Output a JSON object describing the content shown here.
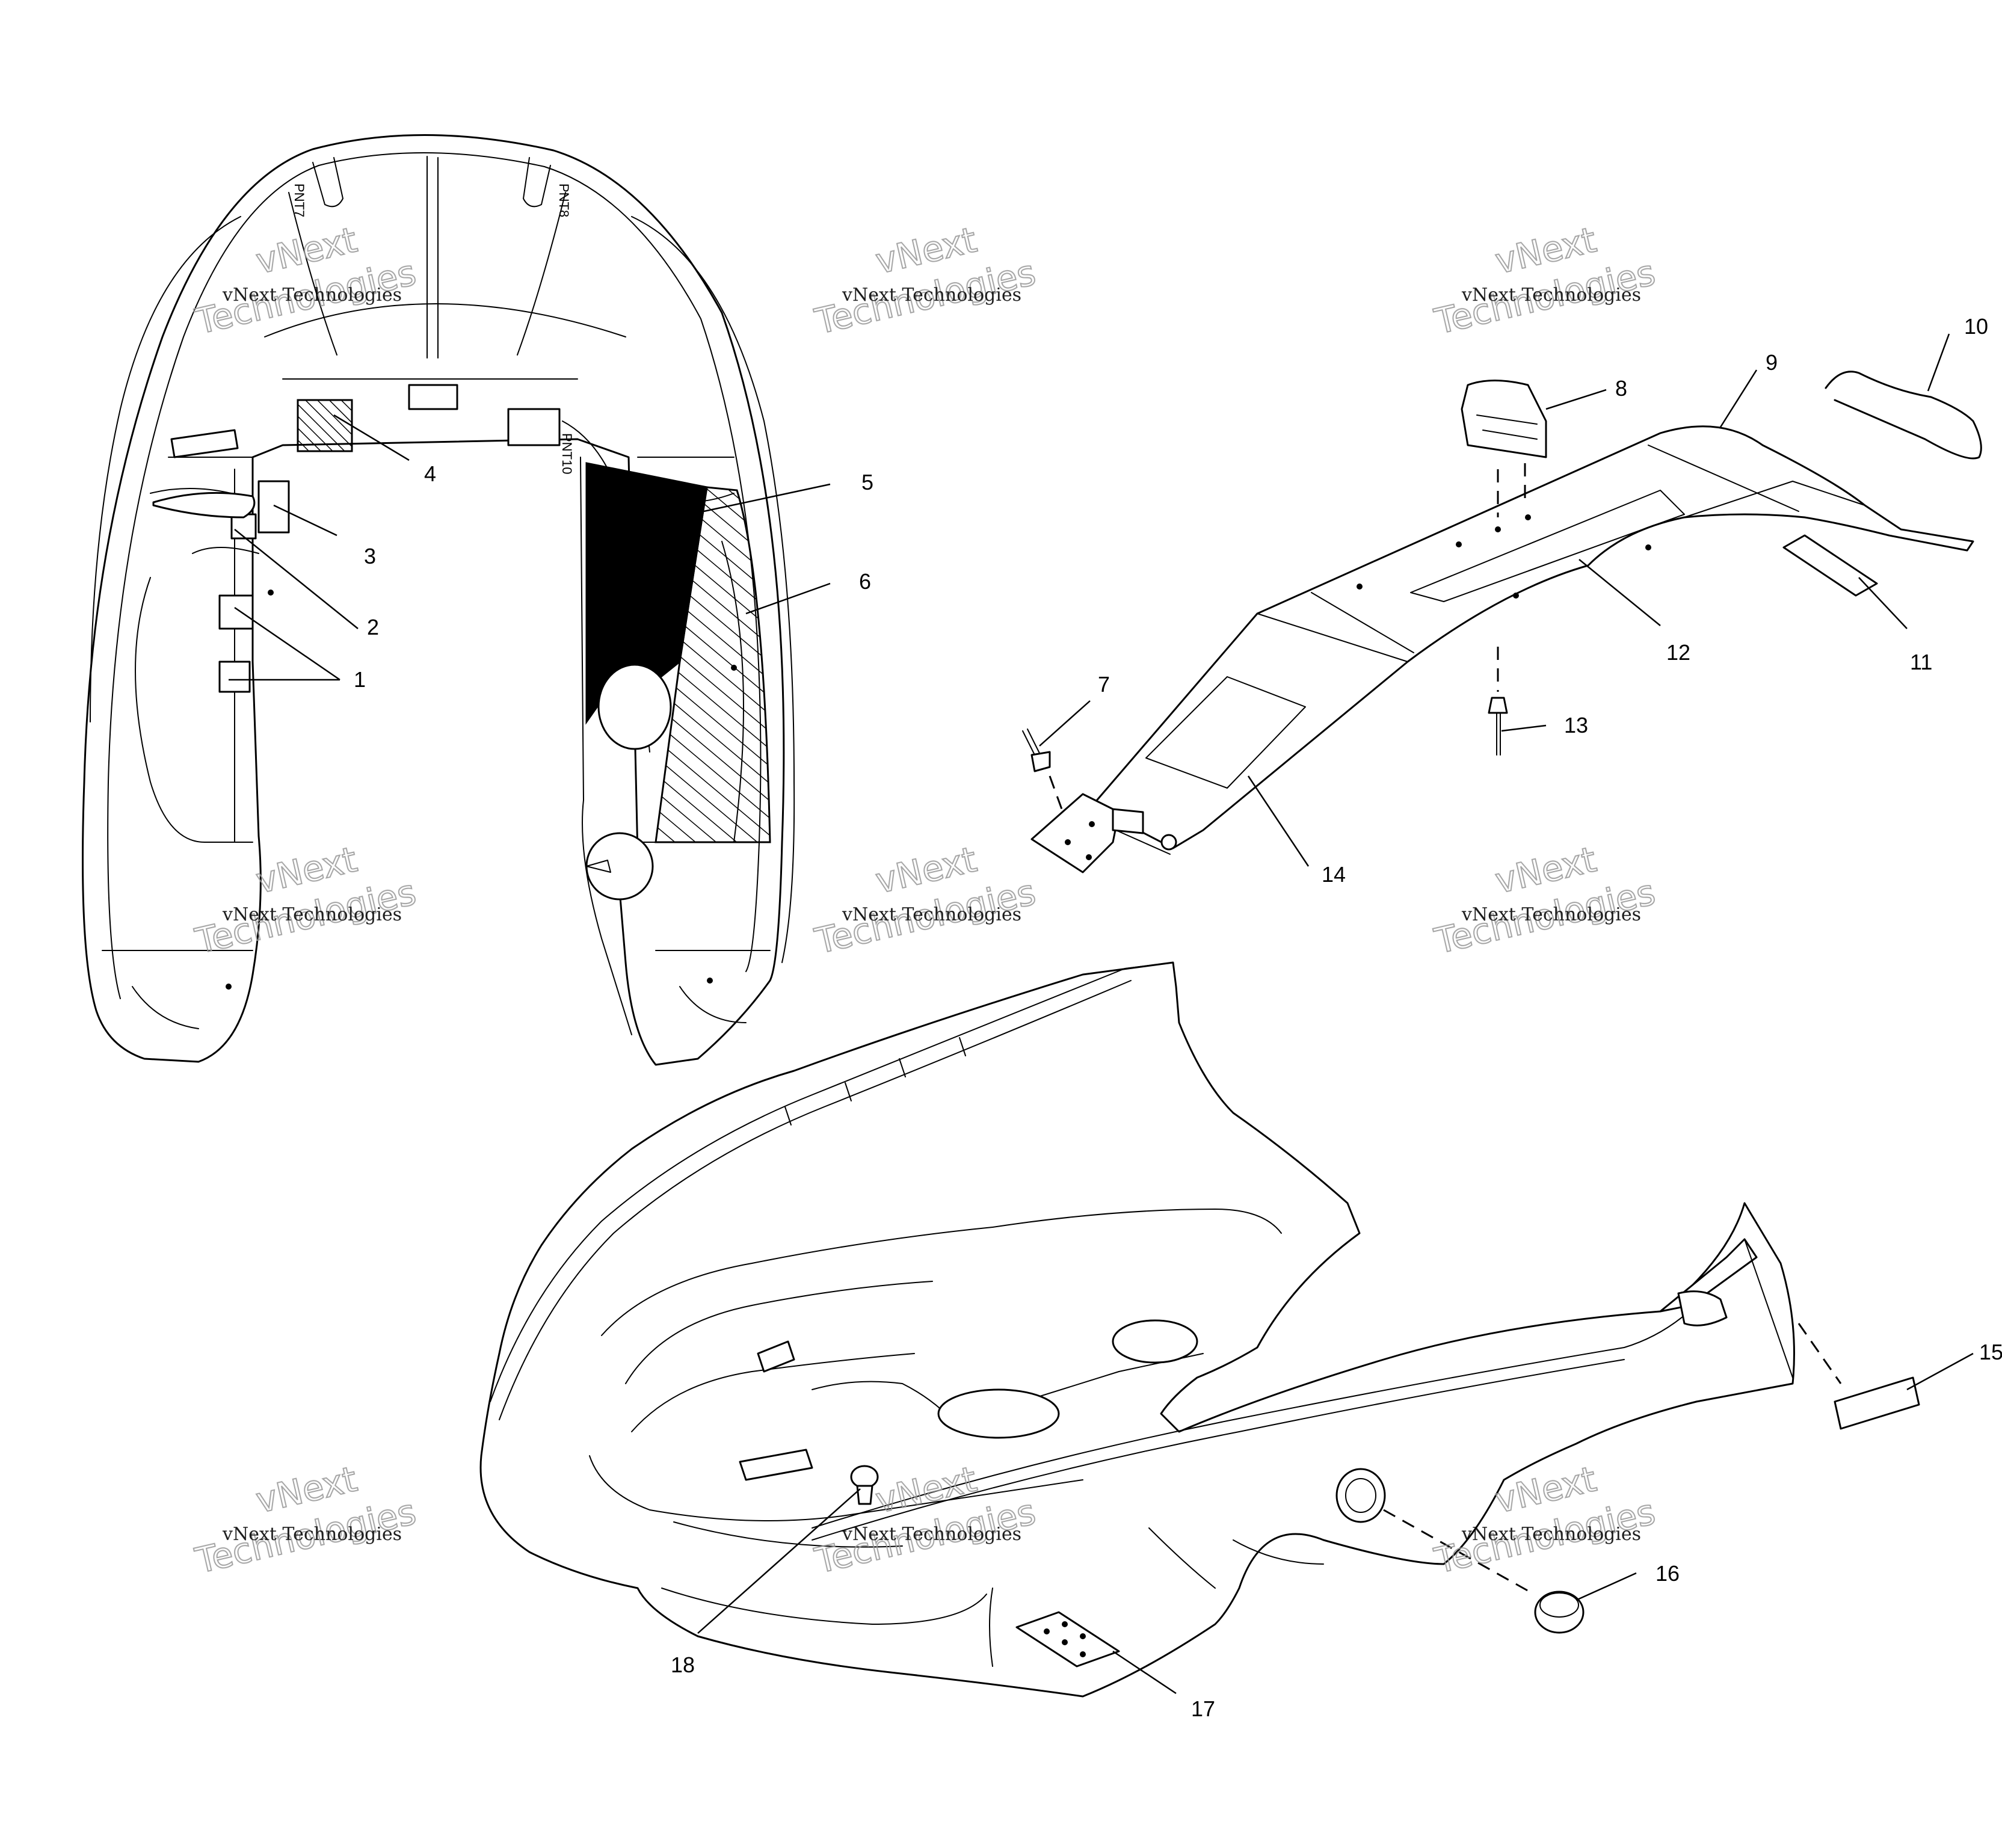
{
  "callouts": [
    {
      "id": "1",
      "label": "1"
    },
    {
      "id": "2",
      "label": "2"
    },
    {
      "id": "3",
      "label": "3"
    },
    {
      "id": "4",
      "label": "4"
    },
    {
      "id": "5",
      "label": "5"
    },
    {
      "id": "6",
      "label": "6"
    },
    {
      "id": "7",
      "label": "7"
    },
    {
      "id": "8",
      "label": "8"
    },
    {
      "id": "9",
      "label": "9"
    },
    {
      "id": "10",
      "label": "10"
    },
    {
      "id": "11",
      "label": "11"
    },
    {
      "id": "12",
      "label": "12"
    },
    {
      "id": "13",
      "label": "13"
    },
    {
      "id": "14",
      "label": "14"
    },
    {
      "id": "15",
      "label": "15"
    },
    {
      "id": "16",
      "label": "16"
    },
    {
      "id": "17",
      "label": "17"
    },
    {
      "id": "18",
      "label": "18"
    }
  ],
  "watermark": {
    "line1": "vNext Technologies",
    "big_top": "vNext",
    "big_bottom": "Technologies"
  },
  "molded_text": {
    "pnt7": "PNT7",
    "pnt8": "PNT8",
    "pnt10": "PNT10"
  }
}
